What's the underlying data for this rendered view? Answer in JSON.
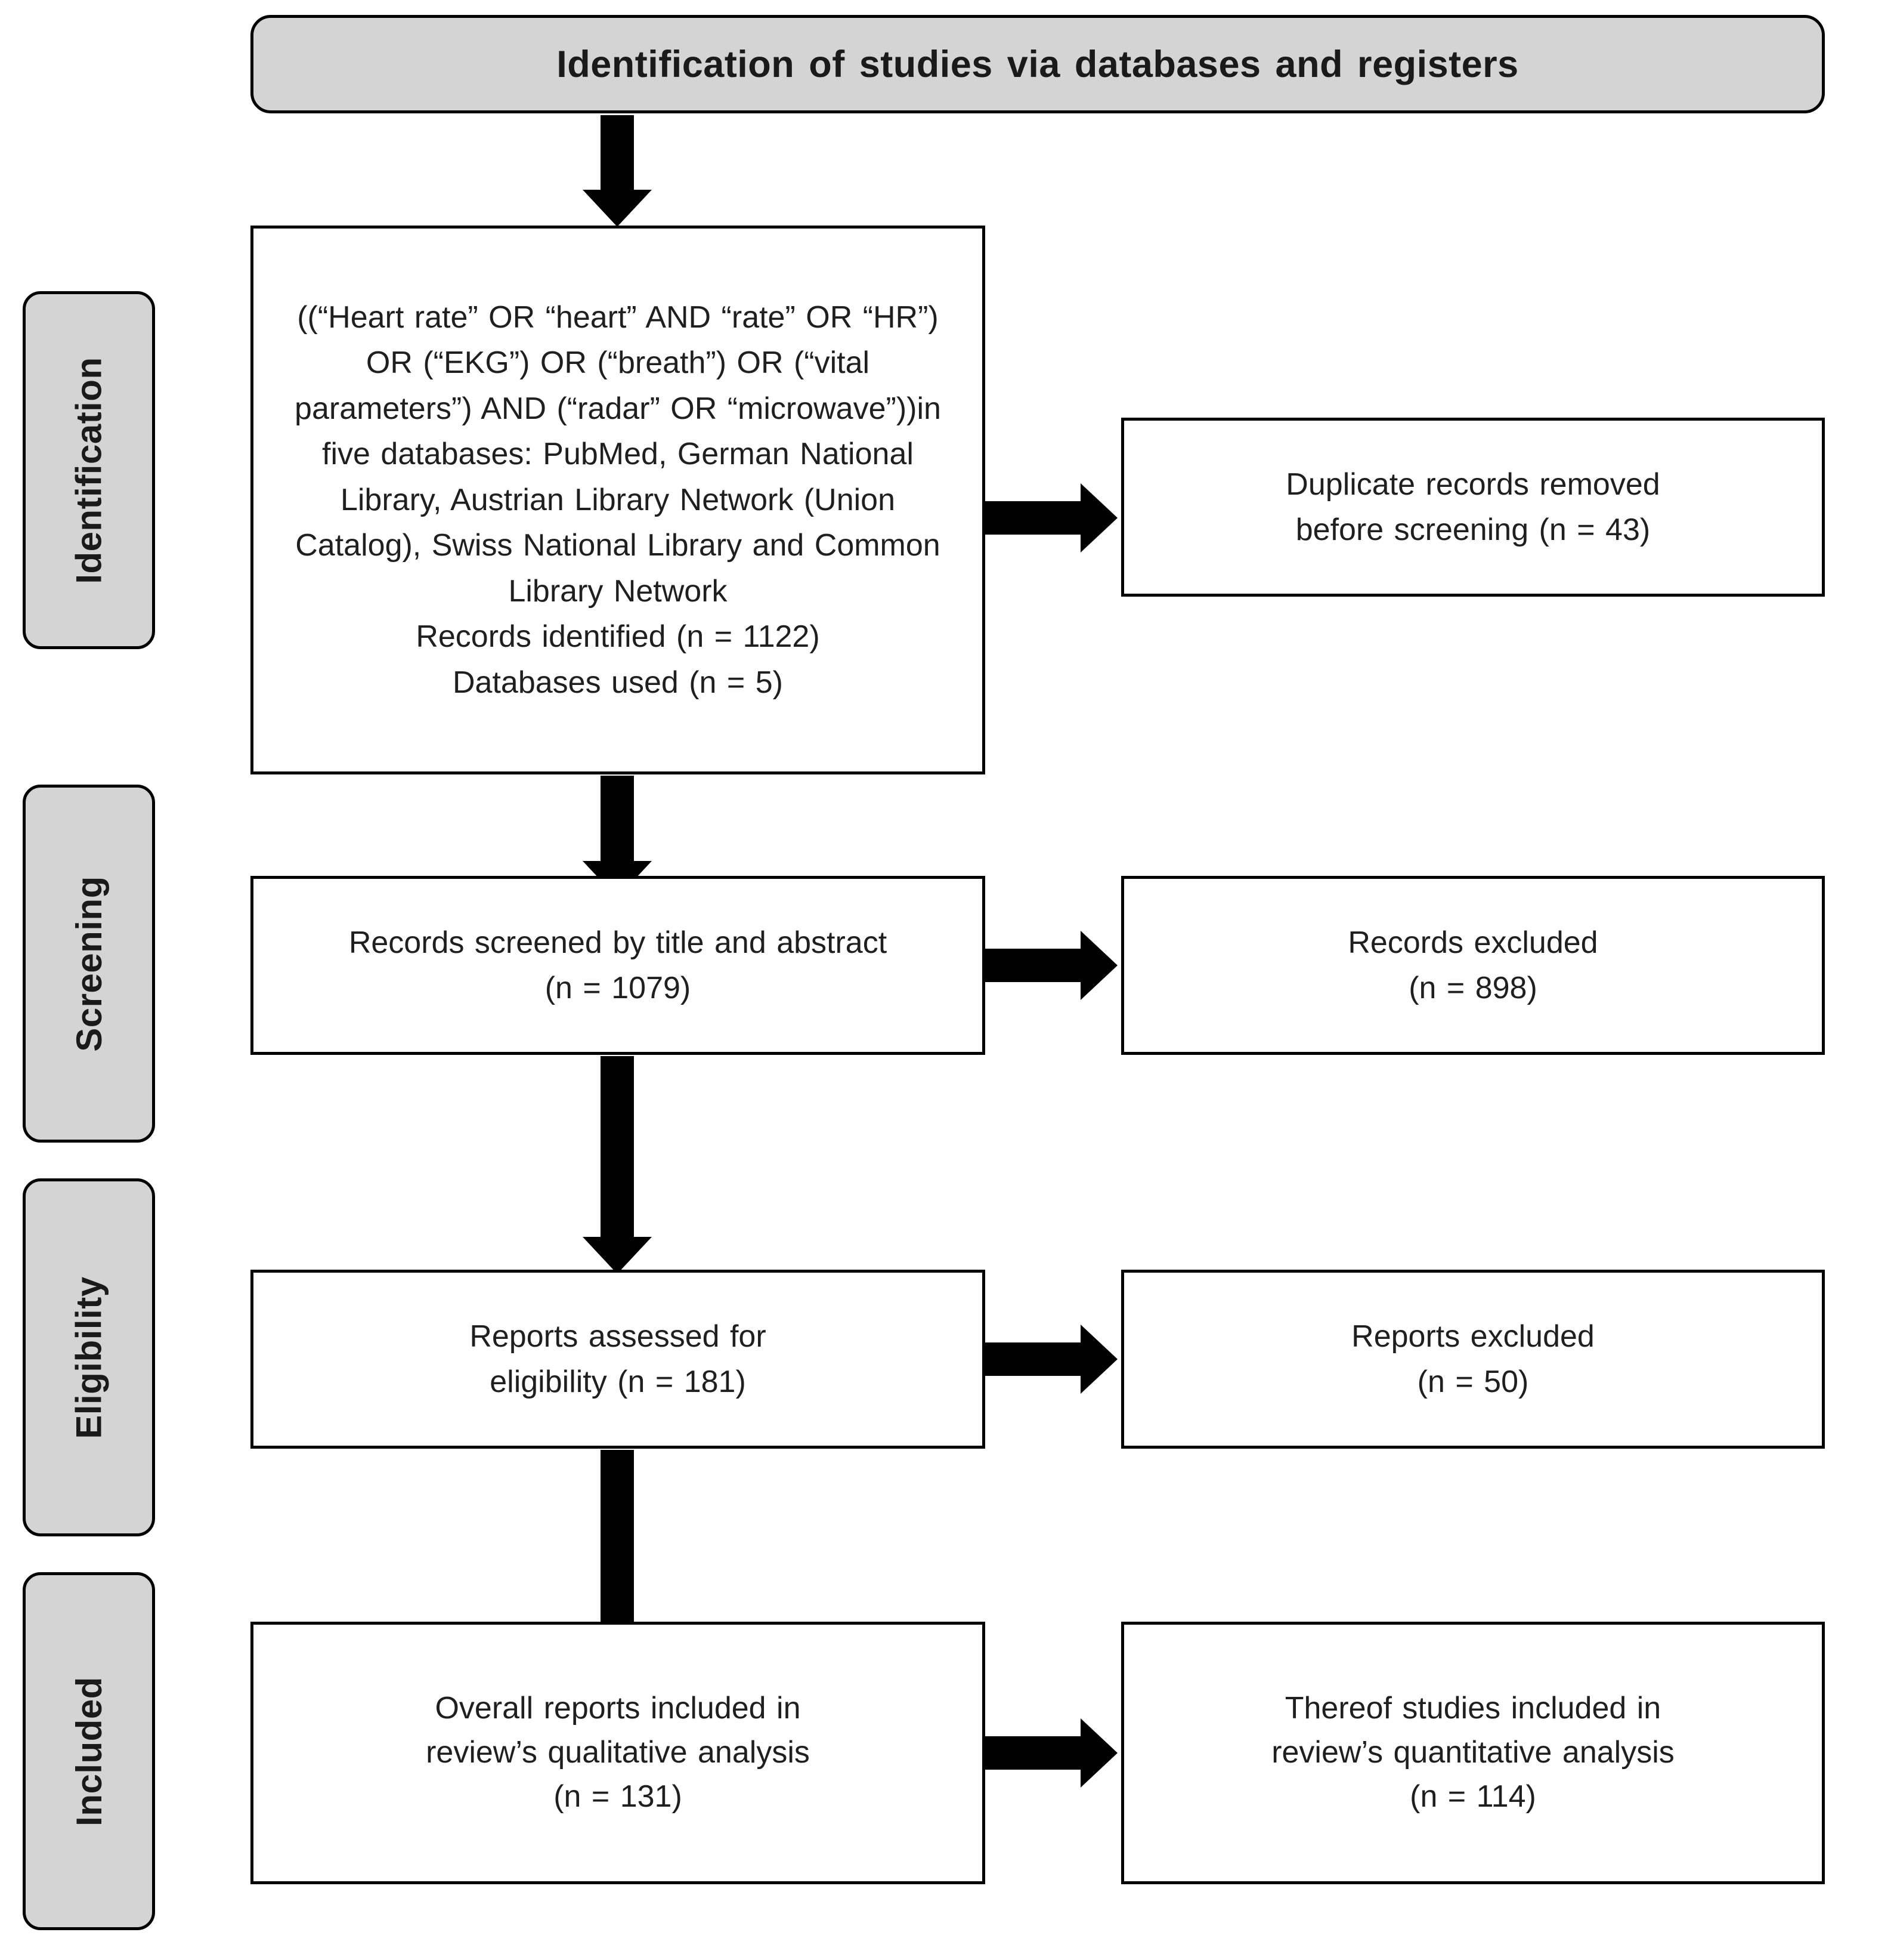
{
  "header": {
    "title": "Identification of studies via databases and registers"
  },
  "stages": [
    {
      "label": "Identification"
    },
    {
      "label": "Screening"
    },
    {
      "label": "Eligibility"
    },
    {
      "label": "Included"
    }
  ],
  "boxes": {
    "records_identified": {
      "text": "((“Heart rate” OR “heart” AND “rate” OR “HR”)\nOR (“EKG”) OR (“breath”) OR (“vital\nparameters”) AND (“radar” OR “microwave”))in\nfive databases: PubMed, German National\nLibrary, Austrian Library Network (Union\nCatalog), Swiss National Library and Common\nLibrary Network\nRecords identified (n = 1122)\nDatabases used (n = 5)"
    },
    "duplicates_removed": {
      "text": "Duplicate records removed\nbefore screening (n = 43)"
    },
    "records_screened": {
      "text": "Records screened by title and abstract\n(n = 1079)"
    },
    "records_excluded": {
      "text": "Records excluded\n(n = 898)"
    },
    "reports_assessed": {
      "text": "Reports assessed for\neligibility (n = 181)"
    },
    "reports_excluded": {
      "text": "Reports excluded\n(n = 50)"
    },
    "reports_included": {
      "text": "Overall reports included in\nreview’s qualitative analysis\n(n = 131)"
    },
    "studies_included": {
      "text": "Thereof studies included in\nreview’s quantitative analysis\n(n = 114)"
    }
  },
  "chart_data": {
    "type": "diagram",
    "title": "Identification of studies via databases and registers",
    "diagram_kind": "PRISMA flow diagram",
    "stages": [
      "Identification",
      "Screening",
      "Eligibility",
      "Included"
    ],
    "nodes": [
      {
        "id": "records_identified",
        "stage": "Identification",
        "column": "left",
        "n": 1122,
        "label": "Records identified",
        "extra": "Databases used (n = 5)"
      },
      {
        "id": "duplicates_removed",
        "stage": "Identification",
        "column": "right",
        "n": 43,
        "label": "Duplicate records removed before screening"
      },
      {
        "id": "records_screened",
        "stage": "Screening",
        "column": "left",
        "n": 1079,
        "label": "Records screened by title and abstract"
      },
      {
        "id": "records_excluded",
        "stage": "Screening",
        "column": "right",
        "n": 898,
        "label": "Records excluded"
      },
      {
        "id": "reports_assessed",
        "stage": "Eligibility",
        "column": "left",
        "n": 181,
        "label": "Reports assessed for eligibility"
      },
      {
        "id": "reports_excluded",
        "stage": "Eligibility",
        "column": "right",
        "n": 50,
        "label": "Reports excluded"
      },
      {
        "id": "reports_included",
        "stage": "Included",
        "column": "left",
        "n": 131,
        "label": "Overall reports included in review’s qualitative analysis"
      },
      {
        "id": "studies_included",
        "stage": "Included",
        "column": "right",
        "n": 114,
        "label": "Thereof studies included in review’s quantitative analysis"
      }
    ],
    "edges": [
      {
        "from": "header",
        "to": "records_identified",
        "direction": "down"
      },
      {
        "from": "records_identified",
        "to": "duplicates_removed",
        "direction": "right"
      },
      {
        "from": "records_identified",
        "to": "records_screened",
        "direction": "down"
      },
      {
        "from": "records_screened",
        "to": "records_excluded",
        "direction": "right"
      },
      {
        "from": "records_screened",
        "to": "reports_assessed",
        "direction": "down"
      },
      {
        "from": "reports_assessed",
        "to": "reports_excluded",
        "direction": "right"
      },
      {
        "from": "reports_assessed",
        "to": "reports_included",
        "direction": "down"
      },
      {
        "from": "reports_included",
        "to": "studies_included",
        "direction": "right"
      }
    ],
    "databases": [
      "PubMed",
      "German National Library",
      "Austrian Library Network (Union Catalog)",
      "Swiss National Library",
      "Common Library Network"
    ],
    "search_query": "((“Heart rate” OR “heart” AND “rate” OR “HR”) OR (“EKG”) OR (“breath”) OR (“vital parameters”) AND (“radar” OR “microwave”))",
    "colors": {
      "banner_fill": "#d4d4d4",
      "box_fill": "#ffffff",
      "stroke": "#000000",
      "text": "#1f1f1f"
    }
  }
}
